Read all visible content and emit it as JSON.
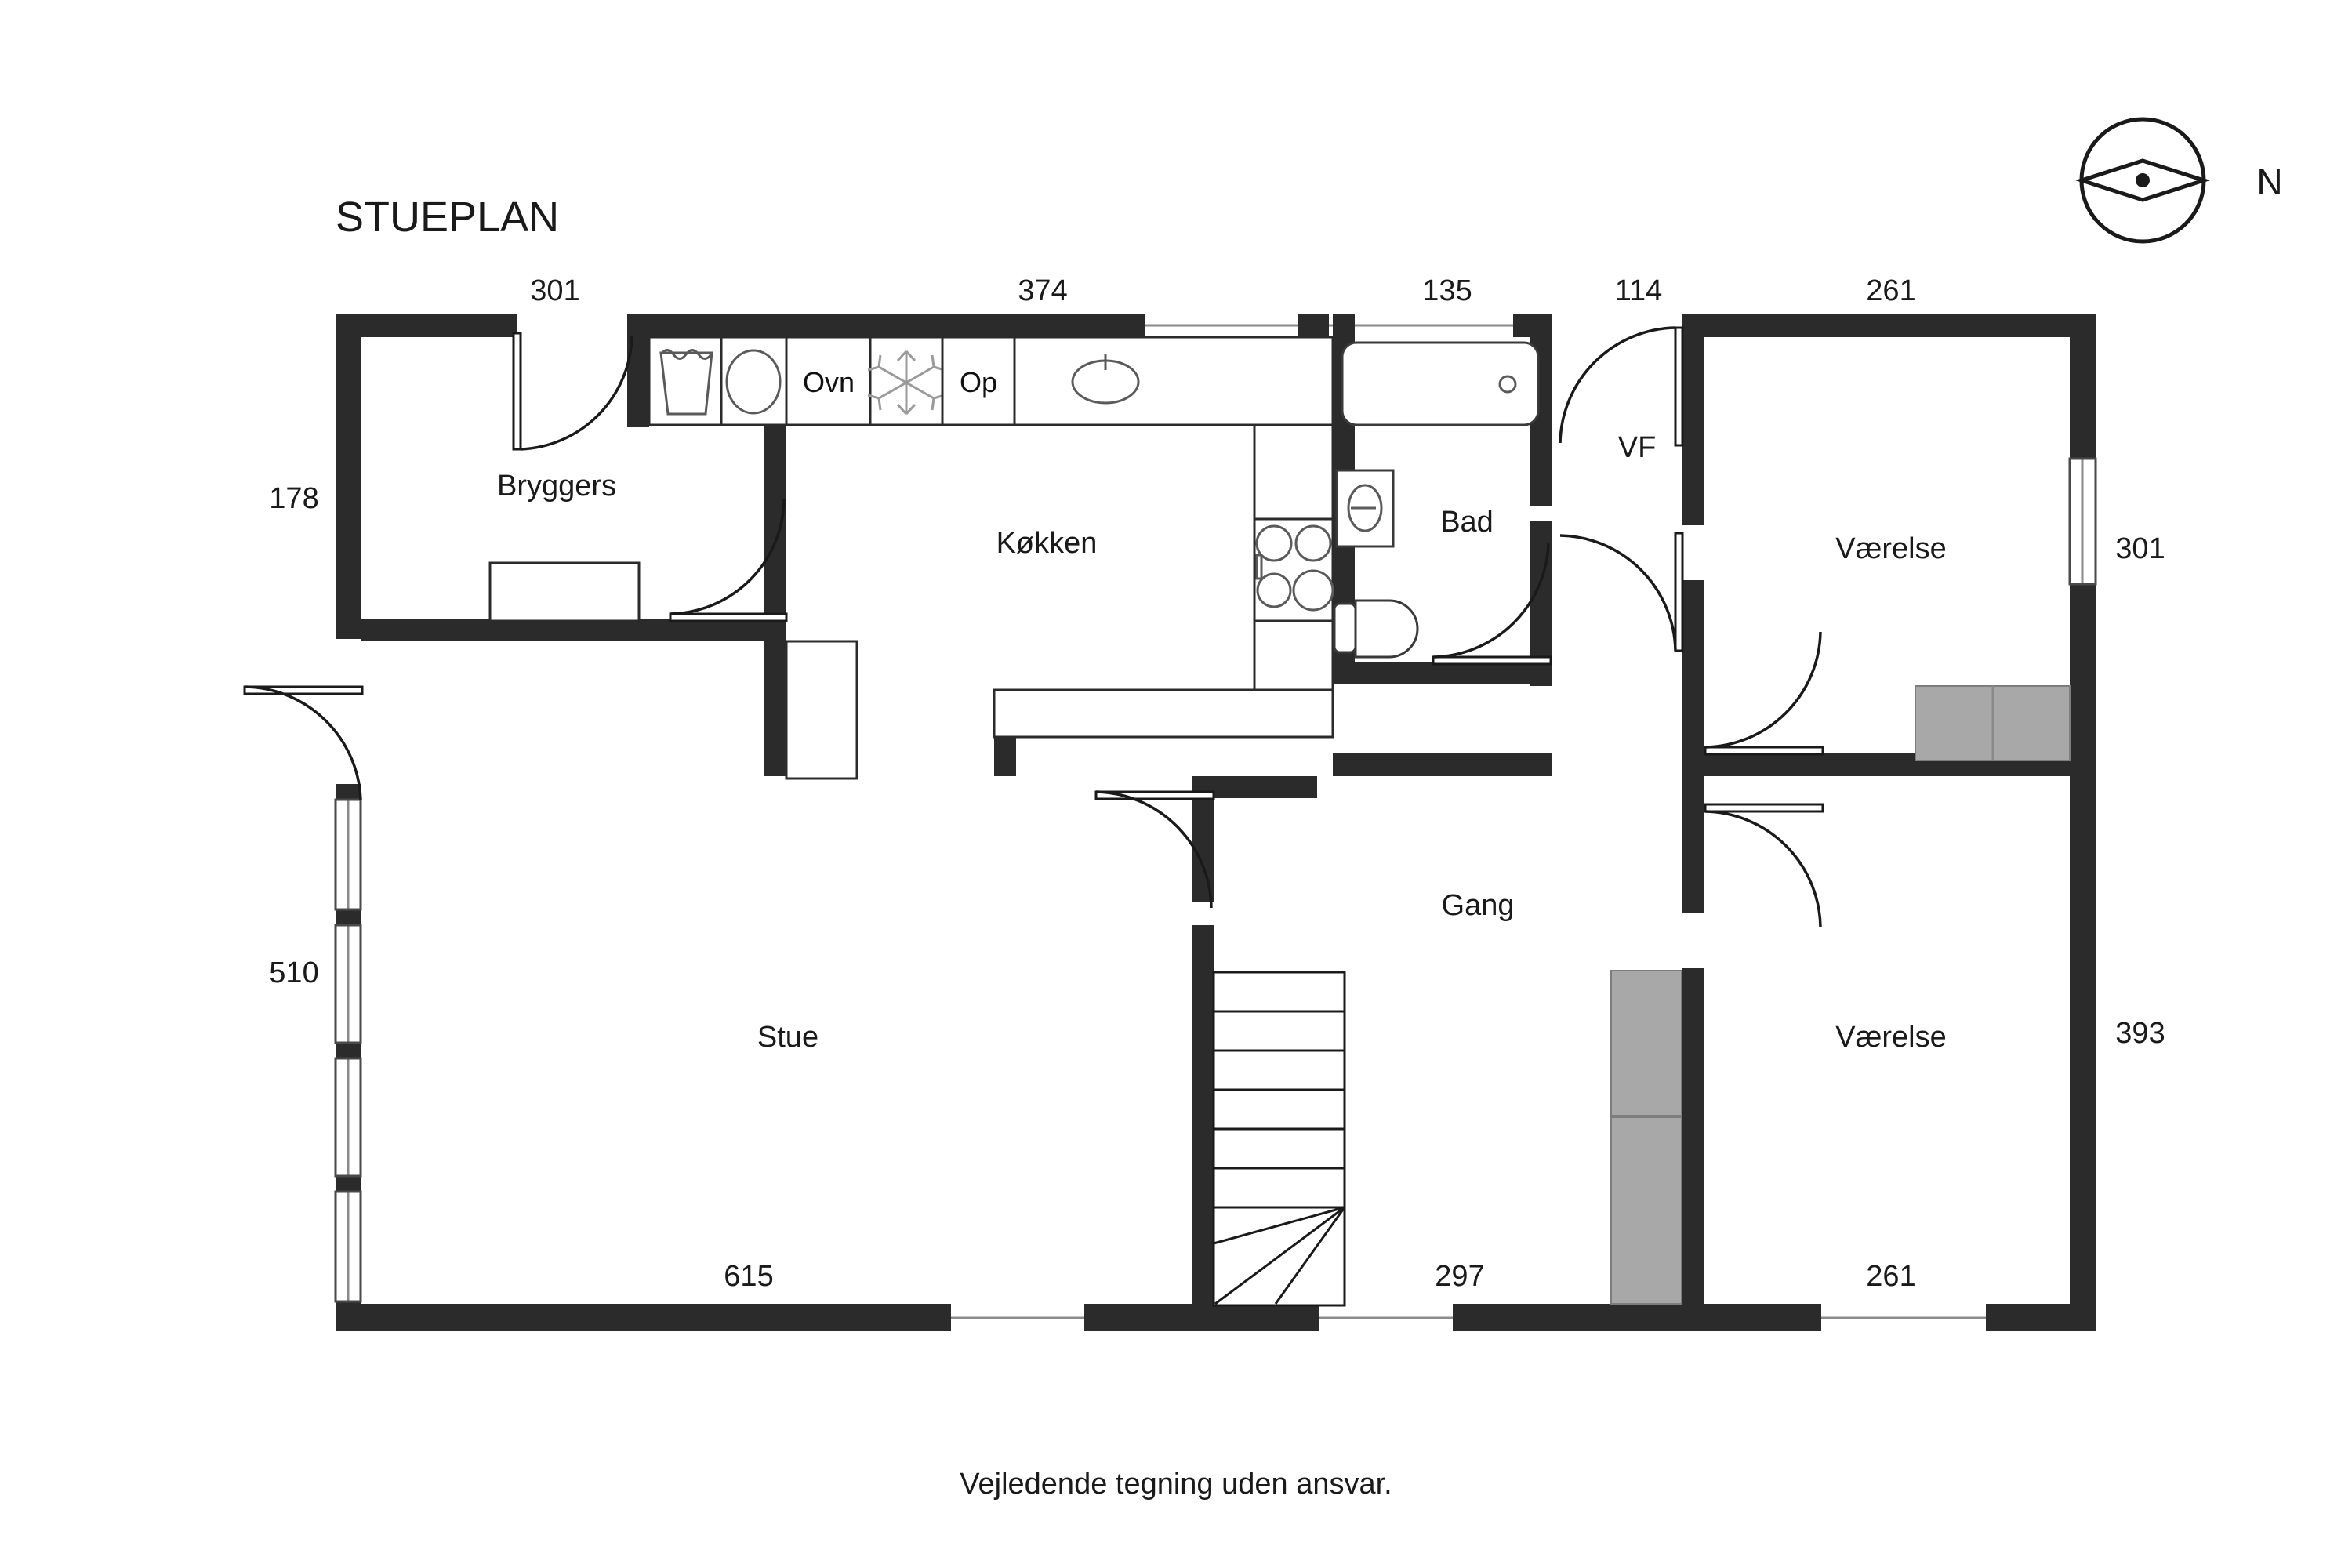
{
  "title": "STUEPLAN",
  "caption": "Vejledende tegning uden ansvar.",
  "compass": {
    "label": "N",
    "icon": "compass-rose-icon"
  },
  "rooms": [
    {
      "key": "bryggers",
      "label": "Bryggers"
    },
    {
      "key": "kokken",
      "label": "Køkken"
    },
    {
      "key": "bad",
      "label": "Bad"
    },
    {
      "key": "vf",
      "label": "VF"
    },
    {
      "key": "vaerelse_top",
      "label": "Værelse"
    },
    {
      "key": "vaerelse_bottom",
      "label": "Værelse"
    },
    {
      "key": "gang",
      "label": "Gang"
    },
    {
      "key": "stue",
      "label": "Stue"
    }
  ],
  "appliances": [
    {
      "key": "ovn",
      "label": "Ovn",
      "icon": "oven-icon"
    },
    {
      "key": "fryser",
      "label": "",
      "icon": "snowflake-icon"
    },
    {
      "key": "op",
      "label": "Op",
      "icon": "dishwasher-icon"
    },
    {
      "key": "vaskemaskine",
      "label": "",
      "icon": "washing-machine-icon"
    },
    {
      "key": "toerretumbler",
      "label": "",
      "icon": "dryer-icon"
    },
    {
      "key": "kogeplade",
      "label": "",
      "icon": "cooktop-icon"
    },
    {
      "key": "koekkenvask",
      "label": "",
      "icon": "kitchen-sink-icon"
    },
    {
      "key": "badekar",
      "label": "",
      "icon": "bathtub-icon"
    },
    {
      "key": "haandvask",
      "label": "",
      "icon": "washbasin-icon"
    },
    {
      "key": "toilet",
      "label": "",
      "icon": "toilet-icon"
    }
  ],
  "dimensions": {
    "top": [
      {
        "key": "top-301",
        "value": "301"
      },
      {
        "key": "top-374",
        "value": "374"
      },
      {
        "key": "top-135",
        "value": "135"
      },
      {
        "key": "top-114",
        "value": "114"
      },
      {
        "key": "top-261",
        "value": "261"
      }
    ],
    "left": [
      {
        "key": "left-178",
        "value": "178"
      },
      {
        "key": "left-510",
        "value": "510"
      }
    ],
    "right": [
      {
        "key": "right-301",
        "value": "301"
      },
      {
        "key": "right-393",
        "value": "393"
      }
    ],
    "bottom": [
      {
        "key": "bottom-615",
        "value": "615"
      },
      {
        "key": "bottom-297",
        "value": "297"
      },
      {
        "key": "bottom-261",
        "value": "261"
      }
    ]
  },
  "colors": {
    "wall": "#2b2b2b",
    "closet": "#a8a8a8",
    "background": "#ffffff",
    "text": "#1a1a1a"
  }
}
